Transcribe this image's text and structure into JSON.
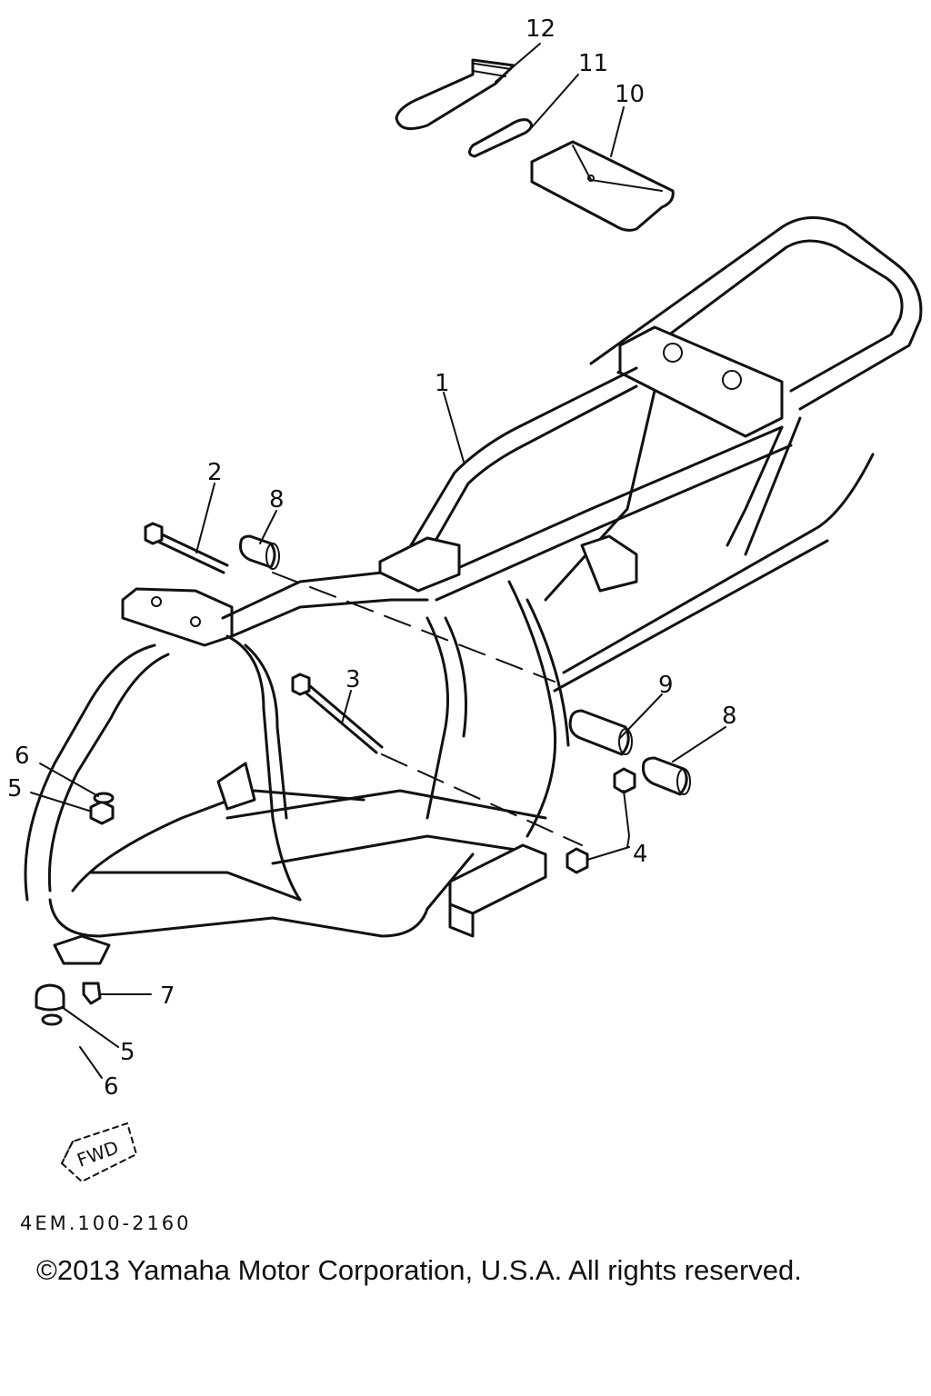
{
  "callouts": {
    "c1": "1",
    "c2": "2",
    "c3": "3",
    "c4": "4",
    "c5a": "5",
    "c5b": "5",
    "c6a": "6",
    "c6b": "6",
    "c7": "7",
    "c8a": "8",
    "c8b": "8",
    "c9": "9",
    "c10": "10",
    "c11": "11",
    "c12": "12"
  },
  "fwd_label": "FWD",
  "drawing_code": "4EM.100-2160",
  "copyright": "©2013 Yamaha Motor Corporation, U.S.A. All rights reserved."
}
